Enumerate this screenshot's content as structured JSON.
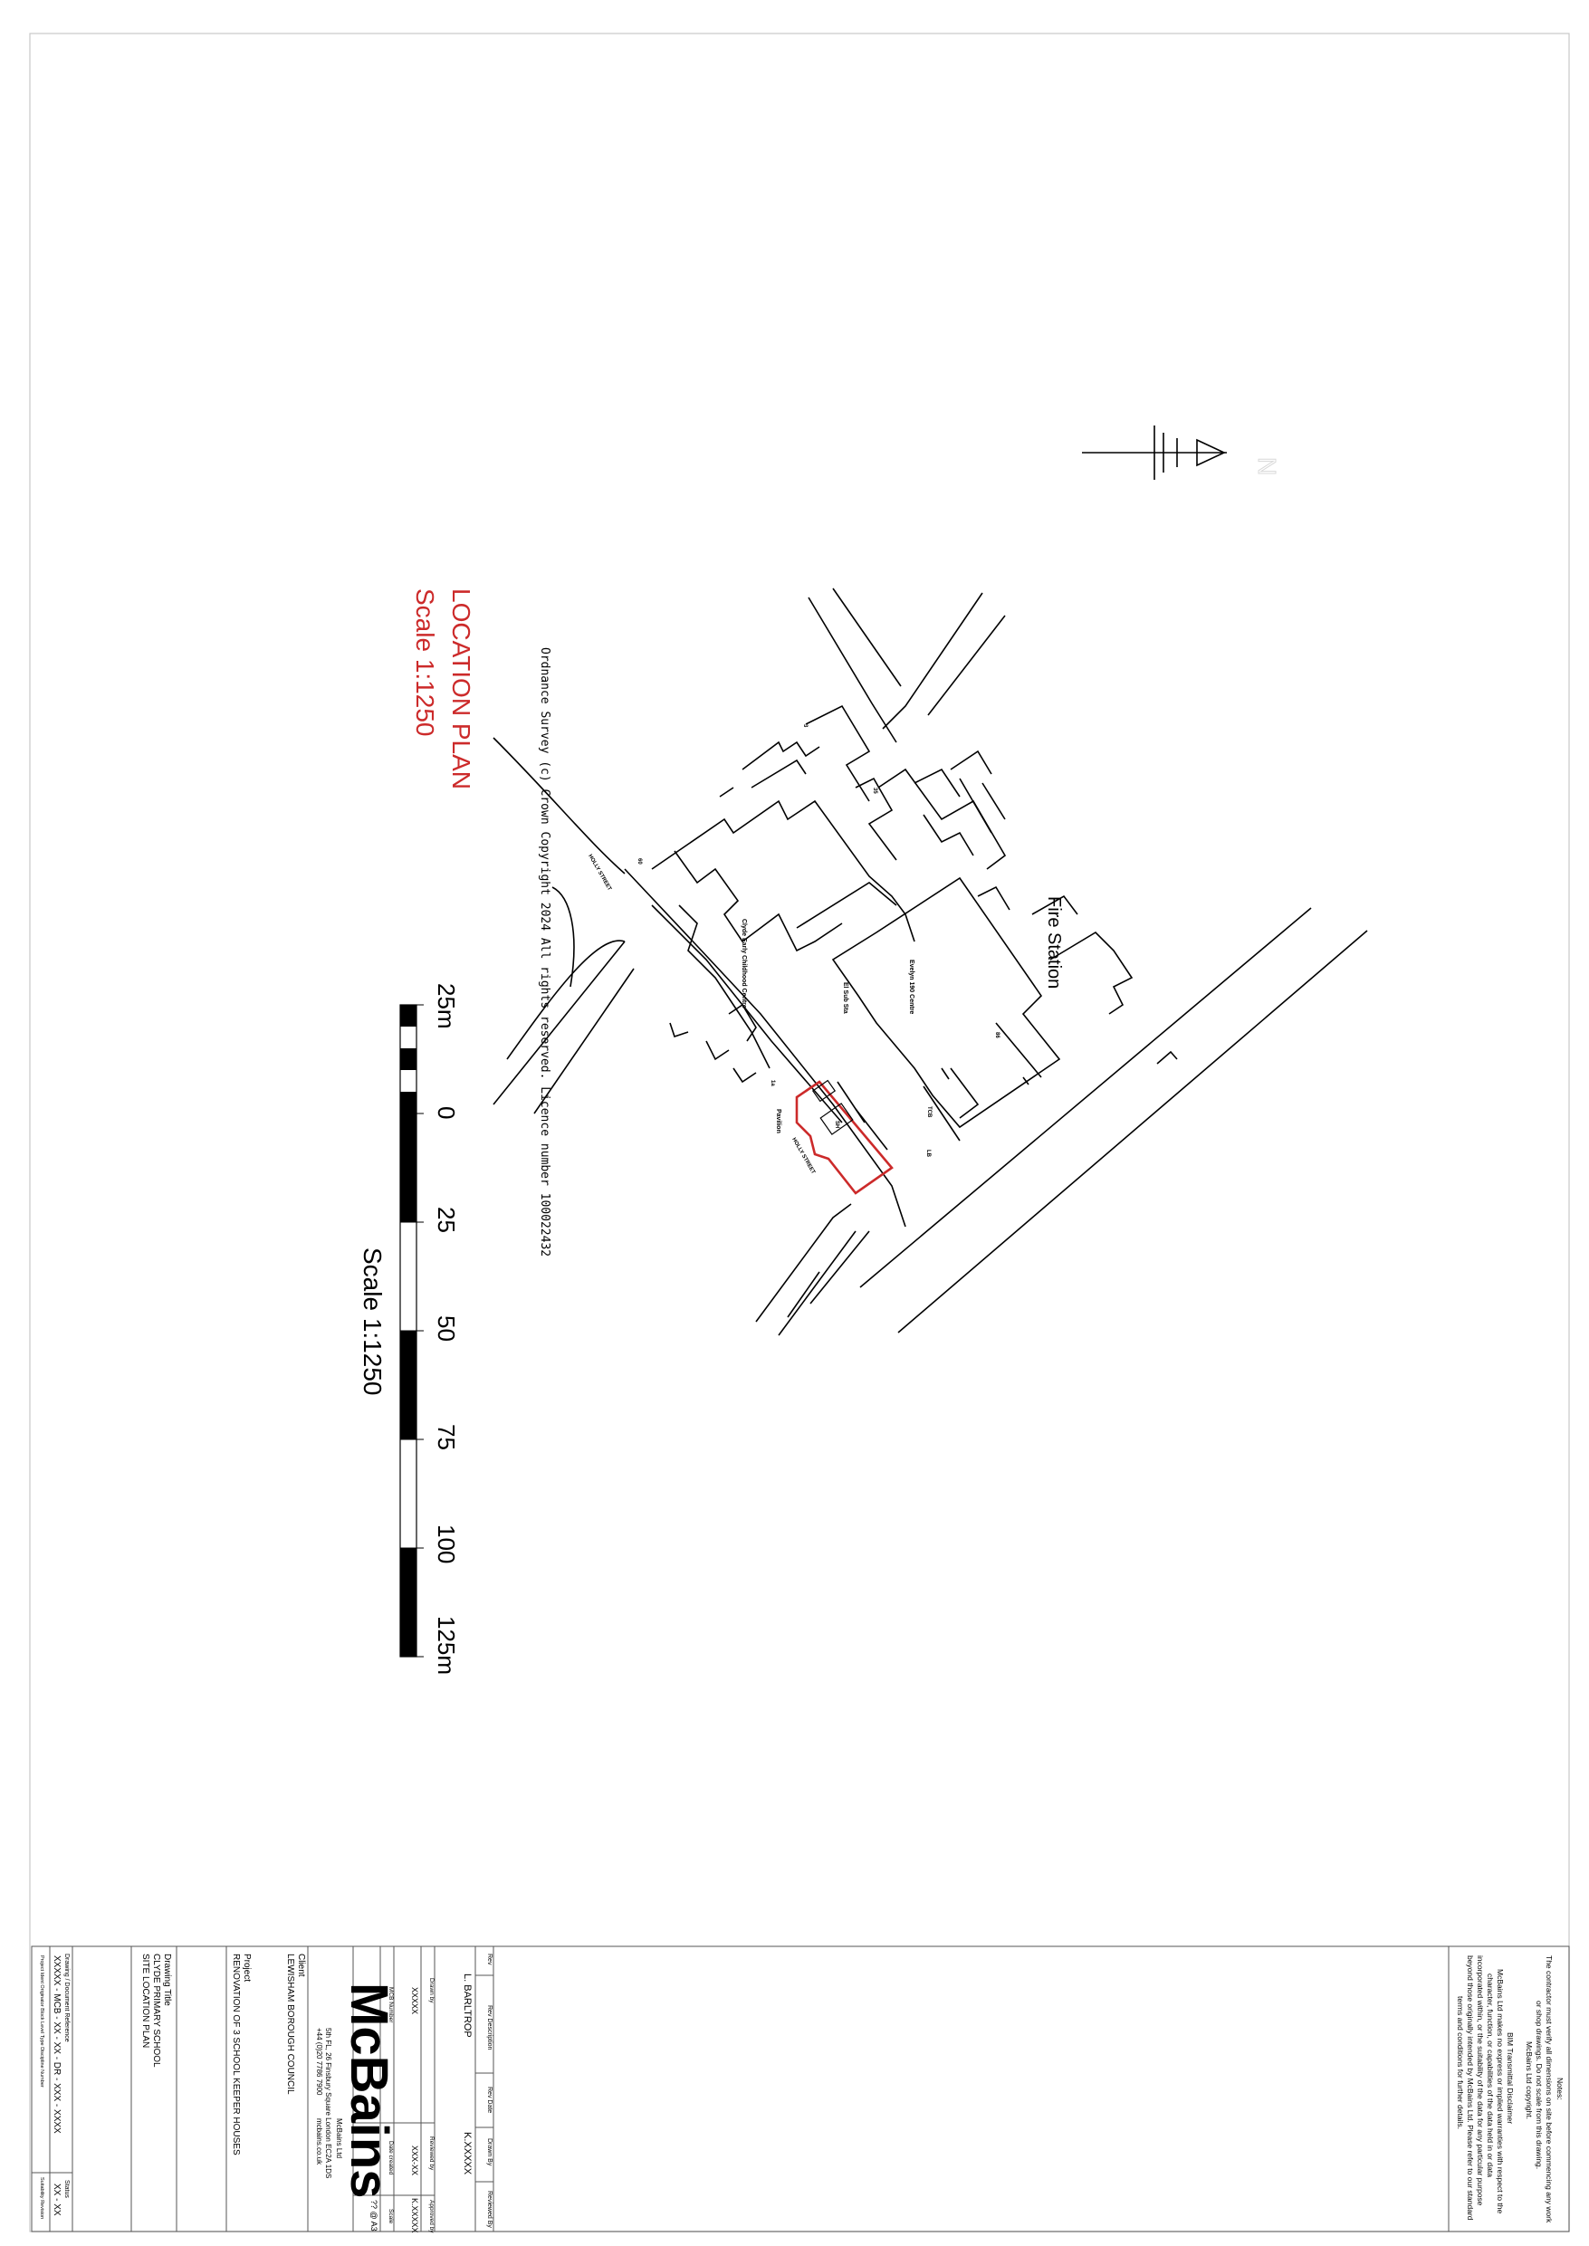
{
  "location_plan": {
    "title": "LOCATION PLAN",
    "scale": "Scale 1:1250",
    "copyright": "Ordnance Survey (c) Crown Copyright 2024 All rights reserved. Licence number 100022432"
  },
  "scale_bar": {
    "caption": "Scale 1:1250",
    "ticks": [
      "25m",
      "0",
      "25",
      "50",
      "75",
      "100",
      "125m"
    ]
  },
  "map_labels": {
    "fire_station": "Fire Station",
    "clyde_early_childhood": "Clyde Early Childhood Centre",
    "evelyn_centre": "Evelyn 190 Centre",
    "el_sub_sta": "El Sub Sta",
    "holly_street_1": "HOLLY STREET",
    "holly_street_2": "HOLLY STREET",
    "pavilion": "Pavilion",
    "site_label": "SH",
    "marks": [
      "60",
      "35",
      "3",
      "1a",
      "TCB",
      "LB",
      "86"
    ]
  },
  "notes": {
    "heading": "Notes:",
    "lines": [
      "The contractor must verify all dimensions on site before commencing any work",
      "or shop drawings. Do not scale from this drawing.",
      "McBains Ltd copyright.",
      "",
      "BIM Transmittal Disclaimer",
      "McBains Ltd makes no express or implied warranties with respect to the",
      "character, function, or capabilities of the data held in or data",
      "incorporated within, or the suitability of the data for any particular purpose",
      "beyond those originally intended by McBains Ltd. Please refer to our standard",
      "terms and conditions for further details."
    ]
  },
  "revision_table": {
    "headers": [
      "Rev",
      "Rev Description",
      "Rev Date",
      "Drawn By",
      "Reviewed By"
    ]
  },
  "people": {
    "drawn_by_label": "Drawn by",
    "drawn_by": "L. BARLTROP",
    "reviewed_by_label": "Reviewed by",
    "reviewed_by": "K.XXXXX",
    "approved_by_label": "Approved by",
    "approved_by": "K.XXXXX"
  },
  "job": {
    "mcb_number_label": "MCB Number",
    "mcb_number": "XXXXX",
    "date_label": "Date created",
    "date": "XXX-XX",
    "scale_label": "Scale",
    "scale": "?? @ A3"
  },
  "company": {
    "logo": "McBains",
    "name": "McBains Ltd",
    "address": "5th FL, 26 Finsbury Square London EC2A 1DS",
    "phone": "+44 (0)20 7786 7900",
    "website": "mcbains.co.uk"
  },
  "client": {
    "label": "Client",
    "value": "LEWISHAM BOROUGH COUNCIL"
  },
  "project": {
    "label": "Project",
    "value": "RENOVATION OF 3 SCHOOL KEEPER HOUSES"
  },
  "drawing_title": {
    "label": "Drawing Title",
    "line1": "CLYDE PRIMARY SCHOOL",
    "line2": "SITE LOCATION PLAN"
  },
  "drawing_number": {
    "label": "Drawing / Document Reference",
    "value": "XXXXX - MCB - XX - XX - DR - XXX - XXXX",
    "sublabels": "Project Ident    Originator    Block    Level    Type    Discipline    Number",
    "status_label": "Status",
    "status_value": "XX - XX",
    "status_sublabels": "Suitability    Revision"
  },
  "colors": {
    "ink": "#000000",
    "accent_red": "#cc2a2a",
    "frame_grey": "#c8c8c8"
  }
}
